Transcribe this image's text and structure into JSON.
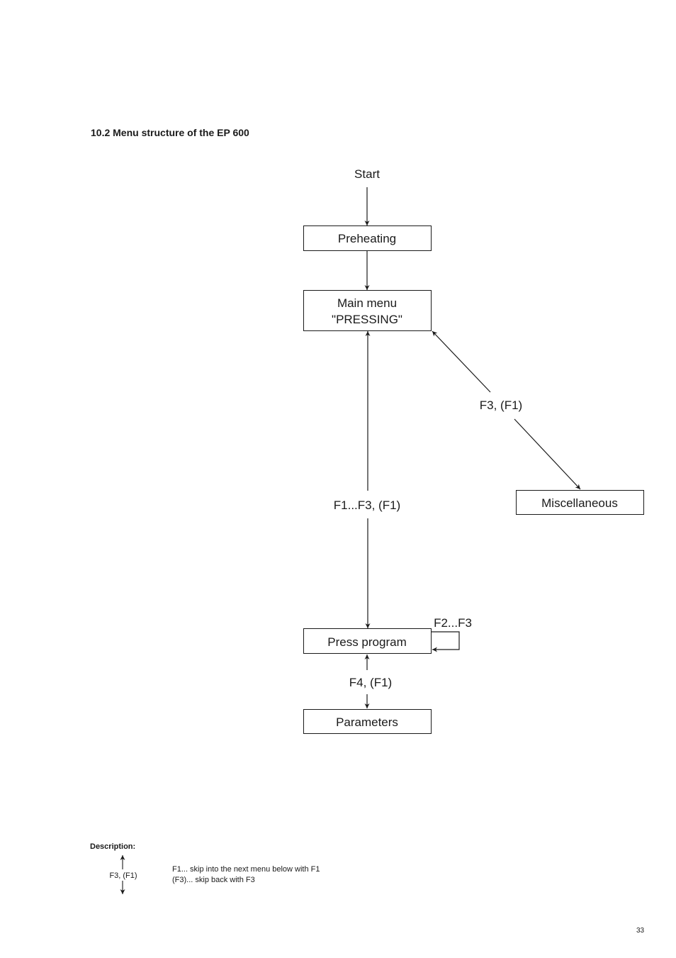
{
  "section_title": "10.2  Menu structure of the EP 600",
  "diagram": {
    "start_label": "Start",
    "nodes": {
      "preheating": "Preheating",
      "main_menu_line1": "Main menu",
      "main_menu_line2": "\"PRESSING\"",
      "miscellaneous": "Miscellaneous",
      "press_program": "Press program",
      "parameters": "Parameters"
    },
    "edge_labels": {
      "main_to_misc": "F3, (F1)",
      "main_to_press": "F1...F3, (F1)",
      "press_loop": "F2...F3",
      "press_to_params": "F4, (F1)"
    }
  },
  "legend": {
    "title": "Description:",
    "key_label": "F3, (F1)",
    "line1": "F1... skip into the next menu below with F1",
    "line2": "(F3)... skip back with F3"
  },
  "page_number": "33"
}
